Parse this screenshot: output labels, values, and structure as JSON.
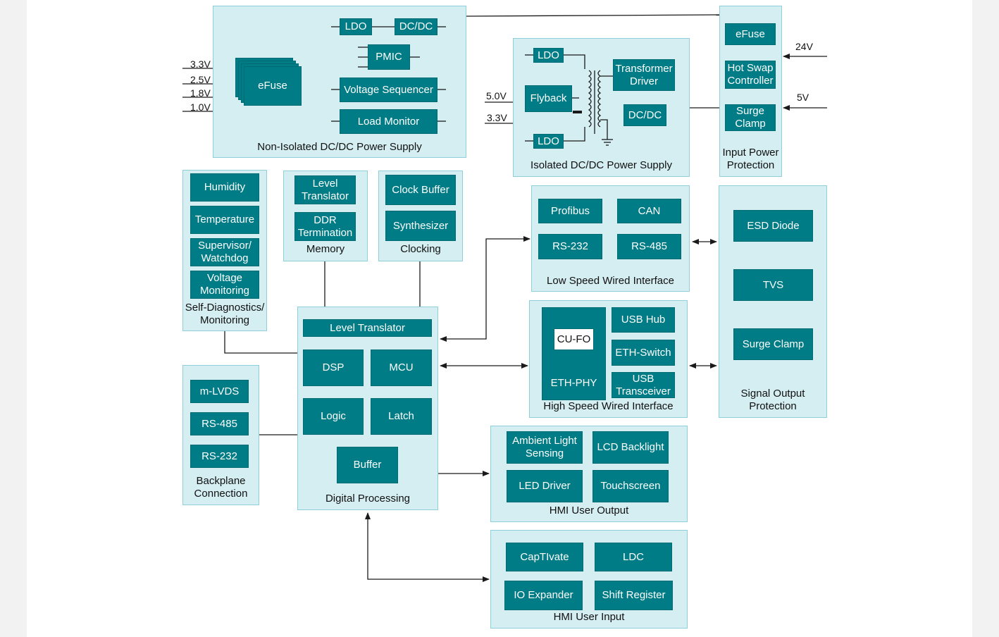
{
  "blocks": {
    "nonisolated_ldo": "LDO",
    "nonisolated_dcdc": "DC/DC",
    "pmic": "PMIC",
    "efuse_stack": "eFuse",
    "voltage_sequencer": "Voltage Sequencer",
    "load_monitor": "Load Monitor",
    "iso_ldo_top": "LDO",
    "iso_ldo_bottom": "LDO",
    "flyback": "Flyback",
    "transformer_driver": "Transformer\nDriver",
    "iso_dcdc": "DC/DC",
    "input_efuse": "eFuse",
    "hot_swap": "Hot Swap\nController",
    "input_surge_clamp": "Surge\nClamp",
    "humidity": "Humidity",
    "temperature": "Temperature",
    "supervisor": "Supervisor/\nWatchdog",
    "voltage_monitoring": "Voltage\nMonitoring",
    "mem_level_translator": "Level\nTranslator",
    "ddr_termination": "DDR\nTermination",
    "clock_buffer": "Clock Buffer",
    "synthesizer": "Synthesizer",
    "profibus": "Profibus",
    "can": "CAN",
    "ls_rs232": "RS-232",
    "ls_rs485": "RS-485",
    "esd_diode": "ESD Diode",
    "tvs": "TVS",
    "output_surge_clamp": "Surge Clamp",
    "dp_level_translator": "Level Translator",
    "dsp": "DSP",
    "mcu": "MCU",
    "logic": "Logic",
    "latch": "Latch",
    "buffer": "Buffer",
    "eth_phy": "ETH-PHY",
    "cu_fo": "CU-FO",
    "usb_hub": "USB Hub",
    "eth_switch": "ETH-Switch",
    "usb_transceiver": "USB\nTransceiver",
    "m_lvds": "m-LVDS",
    "bp_rs485": "RS-485",
    "bp_rs232": "RS-232",
    "ambient_light": "Ambient Light\nSensing",
    "lcd_backlight": "LCD Backlight",
    "led_driver": "LED Driver",
    "touchscreen": "Touchscreen",
    "captivate": "CapTIvate",
    "ldc": "LDC",
    "io_expander": "IO Expander",
    "shift_register": "Shift Register"
  },
  "groups": {
    "nonisolated": "Non-Isolated DC/DC Power Supply",
    "isolated": "Isolated DC/DC Power Supply",
    "input_protection": "Input Power\nProtection",
    "self_diagnostics": "Self-Diagnostics/\nMonitoring",
    "memory": "Memory",
    "clocking": "Clocking",
    "low_speed": "Low Speed Wired Interface",
    "signal_output": "Signal Output\nProtection",
    "digital_processing": "Digital Processing",
    "high_speed": "High Speed Wired Interface",
    "backplane": "Backplane\nConnection",
    "hmi_output": "HMI User Output",
    "hmi_input": "HMI User Input"
  },
  "voltages": {
    "v3_3": "3.3V",
    "v2_5": "2.5V",
    "v1_8": "1.8V",
    "v1_0": "1.0V",
    "iso_5_0": "5.0V",
    "iso_3_3": "3.3V",
    "in_24": "24V",
    "in_5": "5V"
  },
  "colors": {
    "block": "#007c86",
    "group_fill": "#d5eef2",
    "group_border": "#8fcfd9",
    "wire": "#1a1a1a"
  }
}
